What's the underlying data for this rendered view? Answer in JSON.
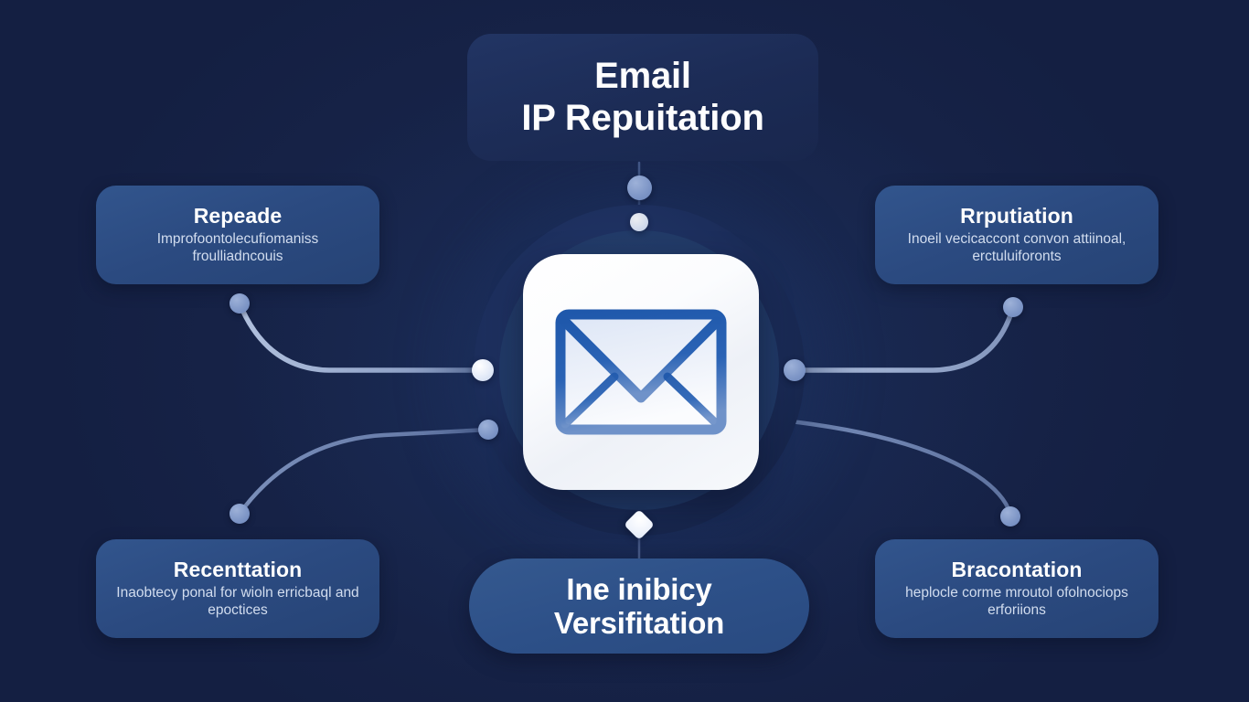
{
  "theme": {
    "background": "#141f42",
    "card_fill": "#2b4a80",
    "pill_fill": "#2d5088",
    "panel_fill": "#1d2d58",
    "hub_ring": "#1c2e5c",
    "hub_core": "#213a67",
    "tile_fill": "#ffffff",
    "envelope_stroke": "#1f58ab",
    "connector": "#c3d1ea",
    "title_text": "#ffffff",
    "body_text": "#d2ddef"
  },
  "header": {
    "title": "Email\nIP Repuitation"
  },
  "center": {
    "icon": "envelope-icon",
    "label": "Email envelope"
  },
  "bottom_pill": {
    "title": "Ine inibicy\nVersifitation"
  },
  "cards": [
    {
      "id": "card-tl",
      "position": "top-left",
      "title": "Repeade",
      "description": "Improfoontolecufiomaniss froulliadncouis"
    },
    {
      "id": "card-tr",
      "position": "top-right",
      "title": "Rrputiation",
      "description": "Inoeil vecicaccont convon attiinoal, erctuluiforonts"
    },
    {
      "id": "card-bl",
      "position": "bottom-left",
      "title": "Recenttation",
      "description": "Inaobtecy ponal for wioln erricbaql and epoctices"
    },
    {
      "id": "card-br",
      "position": "bottom-right",
      "title": "Bracontation",
      "description": "heplocle corme mroutol ofolnociops erforiions"
    }
  ],
  "connectors": [
    {
      "id": "link-top",
      "from": "header",
      "to": "center",
      "kind": "vertical-dots"
    },
    {
      "id": "link-top-left",
      "from": "center",
      "to": "card-tl",
      "kind": "curve"
    },
    {
      "id": "link-top-right",
      "from": "center",
      "to": "card-tr",
      "kind": "curve"
    },
    {
      "id": "link-bottom-left",
      "from": "center",
      "to": "card-bl",
      "kind": "curve"
    },
    {
      "id": "link-bottom-right",
      "from": "center",
      "to": "card-br",
      "kind": "curve"
    },
    {
      "id": "link-bottom",
      "from": "center",
      "to": "bottom_pill",
      "kind": "diamond-stem"
    }
  ],
  "nodes": [
    {
      "id": "node-header-stem",
      "shape": "circle",
      "size": 26
    },
    {
      "id": "node-hub-top",
      "shape": "circle",
      "size": 20
    },
    {
      "id": "node-hub-left",
      "shape": "circle",
      "size": 24
    },
    {
      "id": "node-hub-right",
      "shape": "circle",
      "size": 24
    },
    {
      "id": "node-hub-lowleft",
      "shape": "circle",
      "size": 22
    },
    {
      "id": "node-card-tl",
      "shape": "circle",
      "size": 22
    },
    {
      "id": "node-card-tr",
      "shape": "circle",
      "size": 22
    },
    {
      "id": "node-card-bl",
      "shape": "circle",
      "size": 22
    },
    {
      "id": "node-card-br",
      "shape": "circle",
      "size": 22
    },
    {
      "id": "node-bottom-diamond",
      "shape": "diamond",
      "size": 26
    }
  ]
}
